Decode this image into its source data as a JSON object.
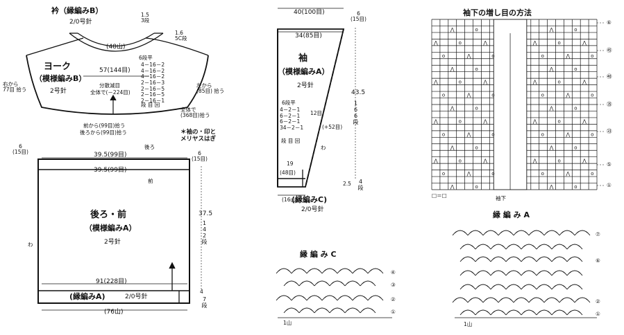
{
  "collar": {
    "title": "衿（縁編みB）",
    "needle": "2/0号針",
    "neck": "(48山)",
    "rows": "1.5\n3段",
    "side_rows": "1.6\n5C段"
  },
  "yoke": {
    "title": "ヨーク",
    "pattern": "（模様編みB）",
    "needle": "2号針",
    "top_width": "57(144目)",
    "dec_header": "6段平",
    "dec_rows": [
      "4－16－2",
      "4－16－2",
      "4－16－2",
      "2－16－3",
      "2－16－5",
      "2－16－5",
      "2－16－1"
    ],
    "dec_footer": "段 目 回",
    "dec_label": "分散減目",
    "dec_total": "全体で(－224目)",
    "left_pick": "右から\n77目 拾う",
    "right_pick": "左から\n(85目) 拾う",
    "total_pick": "全体で\n(368目)拾う",
    "front_pick": "前から(99目)拾う",
    "back_pick": "後ろから(99目)拾う",
    "join_note": "＊袖の・印と\nメリヤスはぎ"
  },
  "body": {
    "back_label": "後ろ",
    "front_label": "前",
    "top_back": "39.5(99目)",
    "top_front": "39.5(99目)",
    "left_rows": "6\n(15目)",
    "right_rows": "6\n(15目)",
    "title": "後ろ・前",
    "pattern": "（模様編みA）",
    "needle": "2号針",
    "height": "37.5",
    "height_rows": "142段",
    "bottom_width": "91(228目)",
    "edge_title": "(縁編みA)",
    "edge_needle": "2/0号針",
    "edge_height": "4",
    "edge_rows": "7段",
    "hem": "(76山)",
    "wa": "わ"
  },
  "sleeve": {
    "top": "40(100目)",
    "top_rows": "6\n(15目)",
    "top_width": "34(85目)",
    "title": "袖",
    "pattern": "（模様編みA）",
    "needle": "2号針",
    "inc_header": "6段平",
    "inc_rows": [
      "4－2－1",
      "6－2－1",
      "6－2－1",
      "34－2－1"
    ],
    "inc_footer": "段 目 回",
    "inc_bracket": "12目",
    "inc_total": "(+52目)",
    "height": "43.5",
    "height_rows": "166段",
    "wa": "わ",
    "cuff_w": "19",
    "cuff_st": "(48目)",
    "edge_h": "2.5",
    "edge_rows": "4段",
    "edge_title": "(縁編みC)",
    "edge_needle": "2/0号針",
    "hem": "(16山)"
  },
  "inc_chart": {
    "title": "袖下の増し目の方法",
    "row_labels": [
      "⑥",
      "㊺",
      "㊵",
      "㉟",
      "㉓",
      "⑤",
      "①"
    ],
    "underarm": "袖下",
    "legend": "□＝□"
  },
  "edge_c": {
    "title": "縁 編 み C",
    "rows": [
      "④",
      "③",
      "②",
      "①"
    ],
    "repeat": "1山"
  },
  "edge_a": {
    "title": "縁 編 み A",
    "rows": [
      "⑦",
      "⑥",
      "②",
      "①"
    ],
    "repeat": "1山"
  }
}
